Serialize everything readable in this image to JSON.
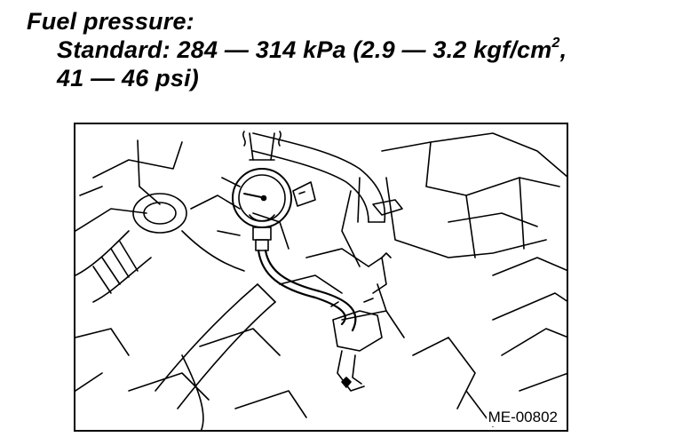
{
  "spec": {
    "heading": "Fuel pressure:",
    "standard_prefix": "Standard: 284 — 314 kPa (2.9 — 3.2 kgf/cm",
    "standard_exp": "2",
    "standard_suffix": ",",
    "psi": "41 — 46 psi)"
  },
  "figure": {
    "id": "ME-00802"
  }
}
